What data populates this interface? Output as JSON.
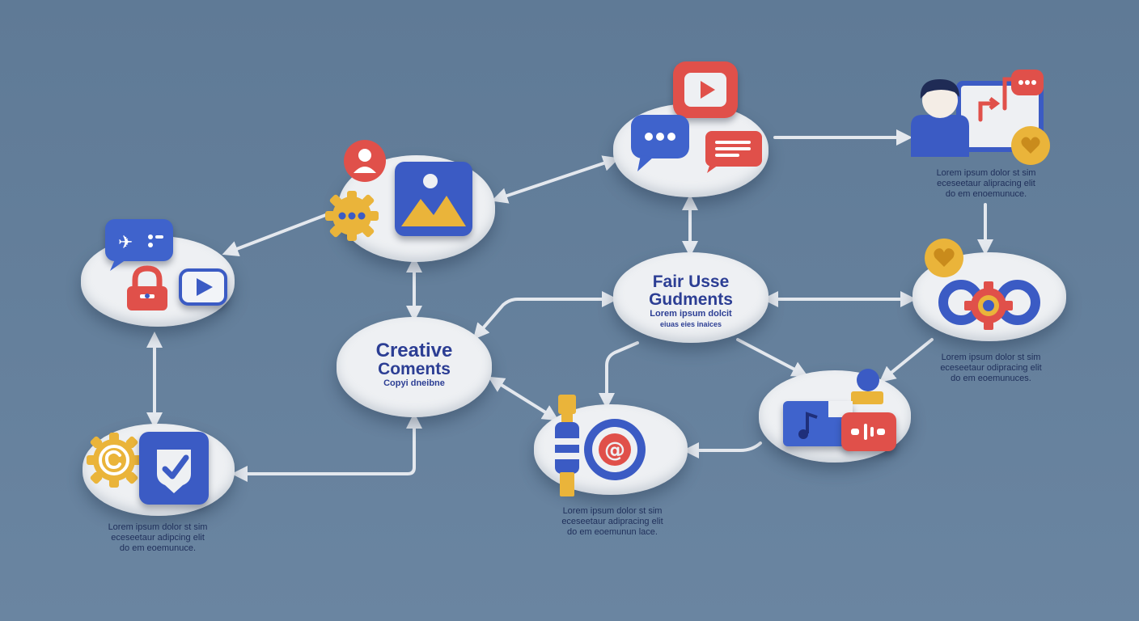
{
  "nodes": {
    "creative": {
      "title_1": "Creative",
      "title_2": "Coments",
      "subtitle": "Copyi dneibne"
    },
    "fair_use": {
      "title_1": "Fair Usse",
      "title_2": "Gudments",
      "subtitle_1": "Lorem ipsum dolcit",
      "subtitle_2": "eiuas eies inaices"
    }
  },
  "captions": {
    "top_right": [
      "Lorem ipsum dolor st sim",
      "eceseetaur alipracing elit",
      "do em enoemunuce."
    ],
    "mid_right": [
      "Lorem ipsum dolor st sim",
      "eceseetaur odipracing elit",
      "do em eoemunuces."
    ],
    "bottom_left": [
      "Lorem ipsum dolor st sim",
      "eceseetaur adipcing elit",
      "do em eoemunuce."
    ],
    "bottom_center": [
      "Lorem ipsum dolor st sim",
      "eceseetaur adipracing elit",
      "do em eoemunun lace."
    ]
  },
  "colors": {
    "background": "#637e9a",
    "cloud": "#eef0f3",
    "blue": "#3b5bc4",
    "red": "#e0504a",
    "yellow": "#eab43a",
    "arrow": "#e4e8ee",
    "title_text": "#2c3e94"
  },
  "icons": [
    "chat-bubble-icon",
    "lock-icon",
    "play-icon",
    "gear-icon",
    "image-icon",
    "user-icon",
    "youtube-play-icon",
    "message-icon",
    "comment-icon",
    "person-icon",
    "heart-icon",
    "link-icon",
    "audio-icon",
    "music-note-icon",
    "copyright-icon",
    "check-shield-icon",
    "target-at-icon",
    "pin-icon"
  ]
}
